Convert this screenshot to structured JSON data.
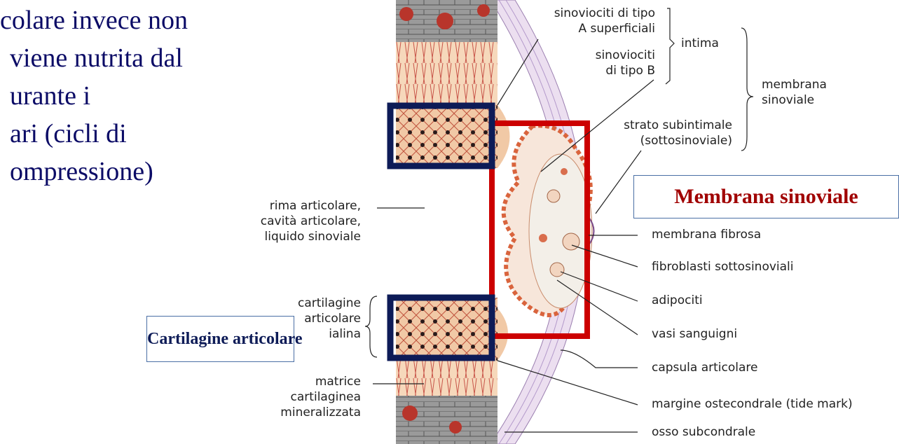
{
  "slide_text": {
    "lines": [
      "colare invece non",
      "viene nutrita dal",
      "urante i",
      "ari (cicli di",
      "ompressione)"
    ]
  },
  "diagram": {
    "left_labels": {
      "rima": "rima articolare,\ncavità articolare,\nliquido sinoviale",
      "cartilagine": "cartilagine\narticolare\nialina",
      "matrice": "matrice\ncartilaginea\nmineralizzata"
    },
    "top_labels": {
      "sinoviociti_a": "sinoviociti di tipo\nA superficiali",
      "sinoviociti_b": "sinoviociti\ndi tipo B",
      "intima": "intima",
      "membrana_sinoviale": "membrana\nsinoviale",
      "strato_subintimale": "strato subintimale\n(sottosinoviale)"
    },
    "right_labels": {
      "membrana_fibrosa": "membrana fibrosa",
      "fibroblasti": "fibroblasti sottosinoviali",
      "adipociti": "adipociti",
      "vasi": "vasi sanguigni",
      "capsula": "capsula articolare",
      "margine": "margine ostecondrale (tide mark)",
      "osso": "osso subcondrale"
    }
  },
  "callouts": {
    "membrana": "Membrana sinoviale",
    "cartilagine": "Cartilagine articolare"
  },
  "colors": {
    "title_text": "#0b0b66",
    "red_box": "#cc0000",
    "navy_box": "#0d1b57",
    "membrana_text": "#a00000",
    "cartilagine_text": "#0d1b57"
  }
}
